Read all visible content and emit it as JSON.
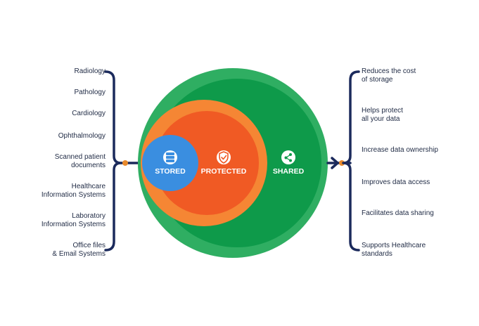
{
  "left_sources": [
    "Radiology",
    "Pathology",
    "Cardiology",
    "Ophthalmology",
    "Scanned patient\ndocuments",
    "Healthcare\nInformation Systems",
    "Laboratory\nInformation Systems",
    "Office files\n& Email Systems"
  ],
  "circles": {
    "stored": {
      "label": "STORED",
      "icon": "server-icon",
      "color": "#3a8ee0"
    },
    "protected": {
      "label": "PROTECTED",
      "icon": "shield-check-icon",
      "color": "#f05a24"
    },
    "shared": {
      "label": "SHARED",
      "icon": "share-icon",
      "color": "#0e9a4a"
    }
  },
  "right_benefits": [
    "Reduces the cost\nof storage",
    "Helps protect\nall your data",
    "Increase data ownership",
    "Improves data access",
    "Facilitates data sharing",
    "Supports Healthcare\nstandards"
  ],
  "colors": {
    "bracket": "#1b2a5c",
    "connector_dot": "#e88a2d",
    "outer_ring": "#2fae62",
    "shared_fill": "#0e9a4a",
    "protected_ring": "#f58634",
    "protected_fill": "#f05a24",
    "stored_fill": "#3a8ee0"
  }
}
